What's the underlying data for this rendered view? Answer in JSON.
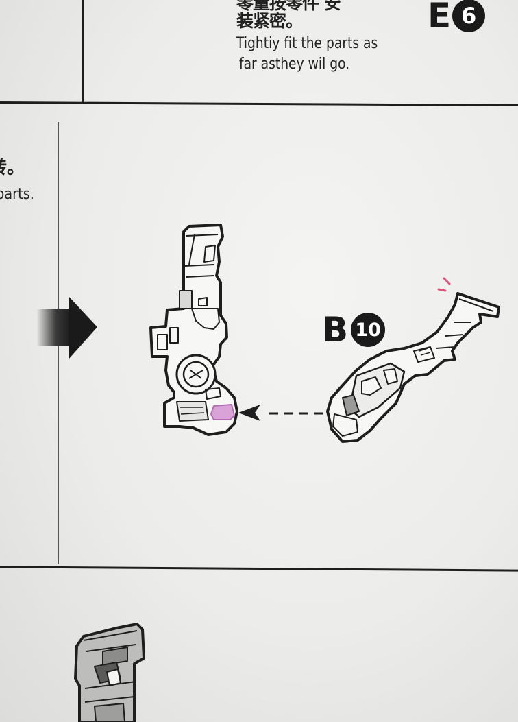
{
  "top_panel": {
    "cn_text": "零量按零件 安装紧密。",
    "en_line1": "Tightiy fit the parts as",
    "en_line2": "far asthey wil go.",
    "part_letter": "E",
    "part_number": "6"
  },
  "left_panel": {
    "cn_text": "转。",
    "en_text": "parts."
  },
  "main_step": {
    "part_letter": "B",
    "part_number": "10"
  },
  "colors": {
    "line": "#1e1e1e",
    "highlight": "#d9a3d8",
    "accent_mark": "#e0507a",
    "arrow_gradient_start": "#d8d8d8"
  }
}
